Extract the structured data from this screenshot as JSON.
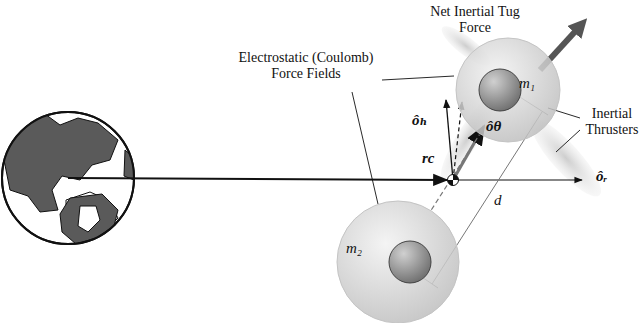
{
  "diagram": {
    "nodes": [
      {
        "text": [
          "m₁"
        ]
      },
      {
        "text": [
          "m₂"
        ]
      }
    ],
    "edges": [
      {
        "from": 1,
        "to": 0,
        "arrow": "none"
      }
    ],
    "labels": [
      "Net Inertial Tug Force",
      "Electrostatic (Coulomb) Force Fields",
      "Inertial Thrusters",
      "ôₕ",
      "ôθ",
      "rc",
      "ôᵣ",
      "d"
    ]
  }
}
